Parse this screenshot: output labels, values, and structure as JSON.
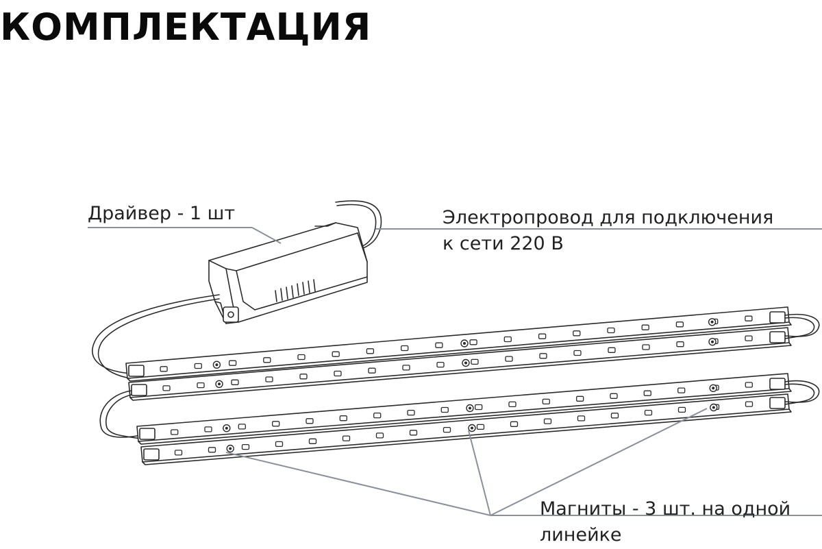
{
  "title": "КОМПЛЕКТАЦИЯ",
  "labels": {
    "driver": "Драйвер - 1 шт",
    "cable_line1": "Электропровод для подключения",
    "cable_line2": "к сети 220 В",
    "magnets_line1": "Магниты - 3 шт. на одной",
    "magnets_line2": "линейке"
  },
  "colors": {
    "leader_line": "#8a9099",
    "outline": "#2a2a2a",
    "title": "#0a0a0a"
  },
  "items": [
    {
      "name": "driver",
      "count": 1,
      "unit": "шт"
    },
    {
      "name": "led-strip",
      "count": 4
    },
    {
      "name": "magnet",
      "count_per_strip": 3,
      "unit": "шт."
    }
  ]
}
